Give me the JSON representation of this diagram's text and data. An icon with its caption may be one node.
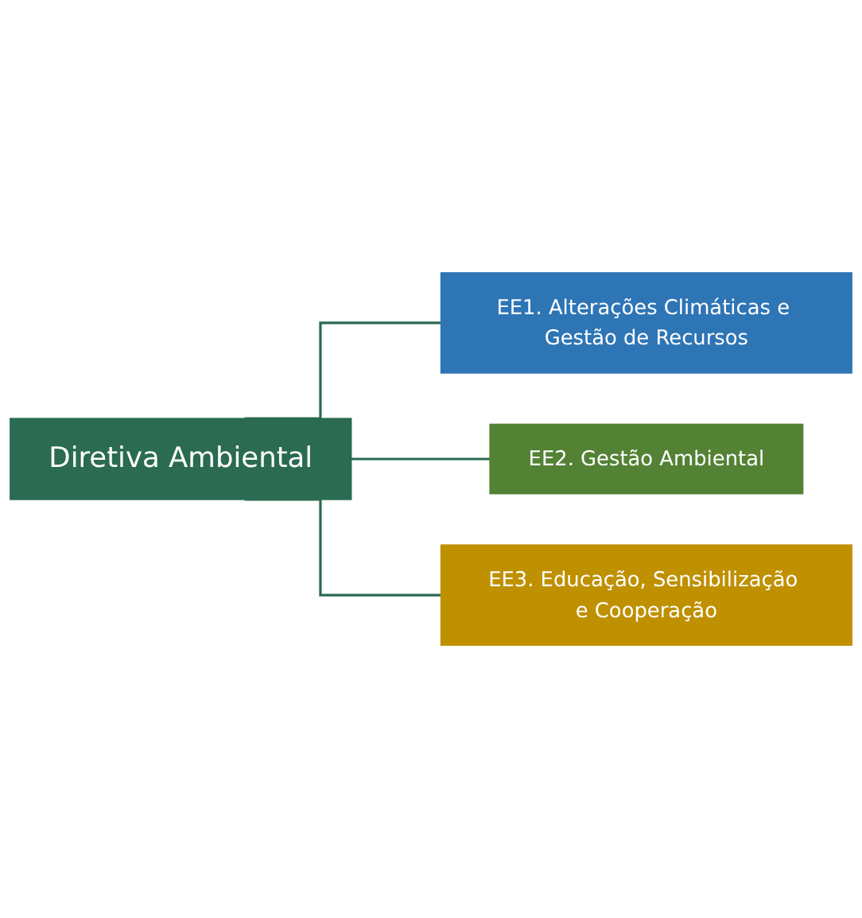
{
  "diagram": {
    "nodes": [
      {
        "text": [
          "Diretiva Ambiental"
        ]
      },
      {
        "text": [
          "EE1. Alterações Climáticas e Gestão de Recursos"
        ]
      },
      {
        "text": [
          "EE2. Gestão Ambiental"
        ]
      },
      {
        "text": [
          "EE3. Educação, Sensibilização e Cooperação"
        ]
      }
    ],
    "edges": [
      {
        "from": 0,
        "to": 1,
        "arrow": "none"
      },
      {
        "from": 0,
        "to": 2,
        "arrow": "none"
      },
      {
        "from": 0,
        "to": 3,
        "arrow": "none"
      }
    ]
  }
}
